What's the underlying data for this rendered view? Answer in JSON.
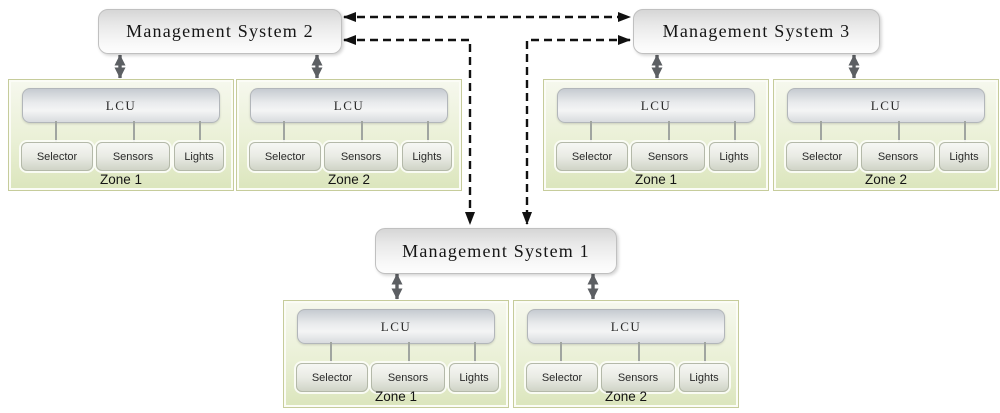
{
  "colors": {
    "zone_fill_top": "#f6f8ee",
    "zone_fill_bottom": "#dbe5bc",
    "zone_border": "#c6cc9b",
    "node_gray_top": "#c6cbd1",
    "node_gray_bottom": "#f4f5f5",
    "link_arrow_gray": "#5c5f63",
    "dashed_link_black": "#111111"
  },
  "systems": [
    {
      "id": "management-system-2",
      "label": "Management System 2",
      "zones": [
        {
          "label": "Zone 1",
          "controller": "LCU",
          "devices": [
            "Selector",
            "Sensors",
            "Lights"
          ]
        },
        {
          "label": "Zone 2",
          "controller": "LCU",
          "devices": [
            "Selector",
            "Sensors",
            "Lights"
          ]
        }
      ]
    },
    {
      "id": "management-system-3",
      "label": "Management System 3",
      "zones": [
        {
          "label": "Zone 1",
          "controller": "LCU",
          "devices": [
            "Selector",
            "Sensors",
            "Lights"
          ]
        },
        {
          "label": "Zone 2",
          "controller": "LCU",
          "devices": [
            "Selector",
            "Sensors",
            "Lights"
          ]
        }
      ]
    },
    {
      "id": "management-system-1",
      "label": "Management System 1",
      "zones": [
        {
          "label": "Zone 1",
          "controller": "LCU",
          "devices": [
            "Selector",
            "Sensors",
            "Lights"
          ]
        },
        {
          "label": "Zone 2",
          "controller": "LCU",
          "devices": [
            "Selector",
            "Sensors",
            "Lights"
          ]
        }
      ]
    }
  ],
  "connections": [
    {
      "from": "Management System 2",
      "to": "Management System 3",
      "style": "dashed",
      "bidirectional": true
    },
    {
      "from": "Management System 2",
      "to": "Management System 1",
      "style": "dashed",
      "bidirectional": true
    },
    {
      "from": "Management System 3",
      "to": "Management System 1",
      "style": "dashed",
      "bidirectional": true
    }
  ]
}
